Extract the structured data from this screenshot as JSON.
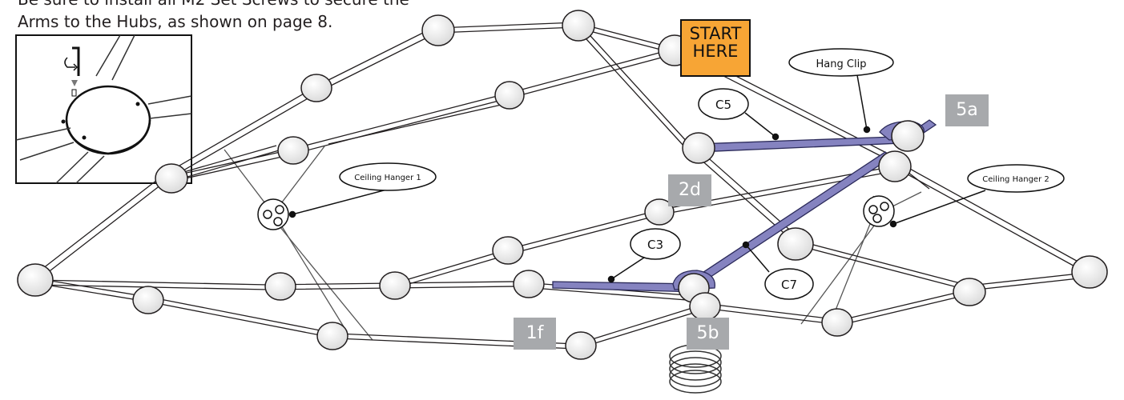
{
  "instructions": {
    "line1": "Be sure to install all M2 Set Screws to secure the",
    "line2": "Arms to the Hubs, as shown on page 8."
  },
  "start_marker": {
    "line1": "START",
    "line2": "HERE"
  },
  "callouts": {
    "hang_clip": "Hang Clip",
    "ceiling_hanger_1": "Ceiling Hanger 1",
    "ceiling_hanger_2": "Ceiling Hanger 2",
    "c5": "C5",
    "c3": "C3",
    "c7": "C7"
  },
  "step_tags": {
    "t5a": "5a",
    "t2d": "2d",
    "t1f": "1f",
    "t5b": "5b"
  },
  "colors": {
    "highlight_arm": "#8583c0",
    "start_fill": "#f7a535",
    "tag_fill": "#a7a9ac",
    "line": "#231f20"
  }
}
